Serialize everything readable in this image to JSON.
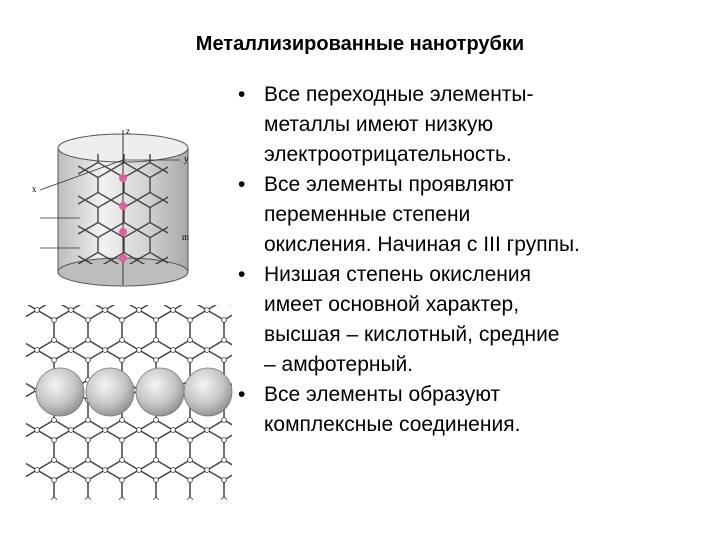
{
  "slide": {
    "title": "Металлизированные нанотрубки",
    "bullet_glyph": "•",
    "bullets": [
      {
        "lines": [
          "Все переходные элементы-",
          "металлы имеют низкую",
          "электроотрицательность."
        ]
      },
      {
        "lines": [
          "Все элементы проявляют",
          "переменные степени",
          "окисления. Начиная с III группы."
        ]
      },
      {
        "lines": [
          "Низшая степень окисления",
          "имеет основной характер,",
          "высшая – кислотный, средние",
          "– амфотерный."
        ]
      },
      {
        "lines": [
          "Все элементы образуют",
          "комплексные соединения."
        ]
      }
    ]
  },
  "figure": {
    "axis_labels": {
      "z": "z",
      "y": "y",
      "x": "x",
      "m": "m"
    },
    "colors": {
      "cylinder": "#d9d9d9",
      "cylinder_edge": "#555555",
      "bond": "#333333",
      "atom_pink": "#e060a0",
      "sphere": "#c8c8c8"
    }
  }
}
